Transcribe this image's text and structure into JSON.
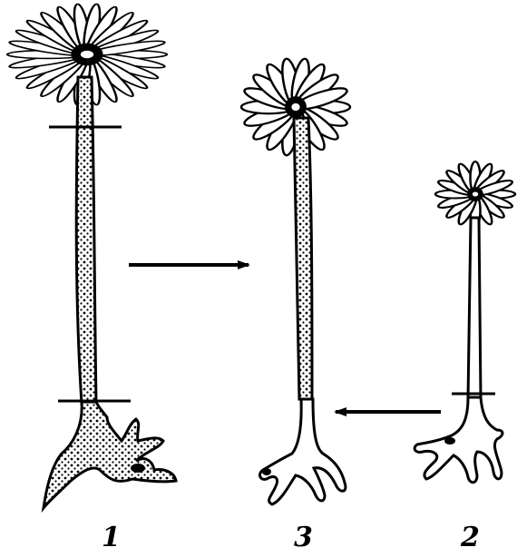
{
  "specimens": [
    {
      "id": "specimen-1",
      "label": "1"
    },
    {
      "id": "specimen-3",
      "label": "3"
    },
    {
      "id": "specimen-2",
      "label": "2"
    }
  ]
}
